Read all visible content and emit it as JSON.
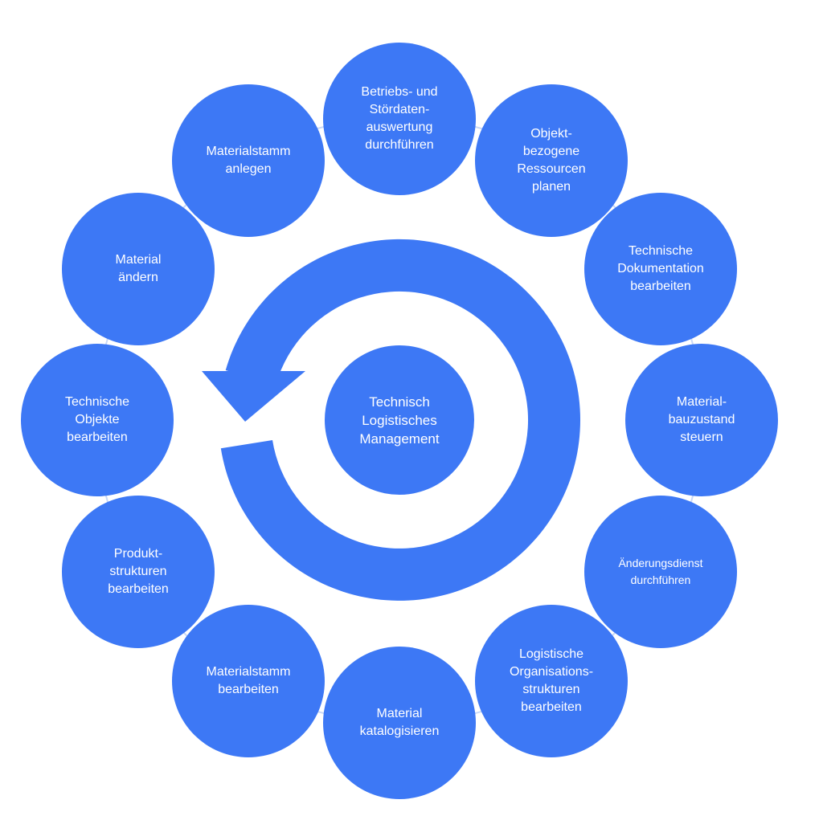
{
  "colors": {
    "primary": "#3d78f5",
    "connector": "#c9d8f7"
  },
  "center": {
    "label": "Technisch\nLogistisches\nManagement"
  },
  "nodes": [
    {
      "label": "Betriebs- und\nStördaten-\nauswertung\ndurchführen"
    },
    {
      "label": "Objekt-\nbezogene\nRessourcen\nplanen"
    },
    {
      "label": "Technische\nDokumentation\nbearbeiten"
    },
    {
      "label": "Material-\nbauzustand\nsteuern"
    },
    {
      "label": "Änderungsdienst\ndurchführen"
    },
    {
      "label": "Logistische\nOrganisations-\nstrukturen\nbearbeiten"
    },
    {
      "label": "Material\nkatalogisieren"
    },
    {
      "label": "Materialstamm\nbearbeiten"
    },
    {
      "label": "Produkt-\nstrukturen\nbearbeiten"
    },
    {
      "label": "Technische\nObjekte\nbearbeiten"
    },
    {
      "label": "Material\nändern"
    },
    {
      "label": "Materialstamm\nanlegen"
    }
  ]
}
